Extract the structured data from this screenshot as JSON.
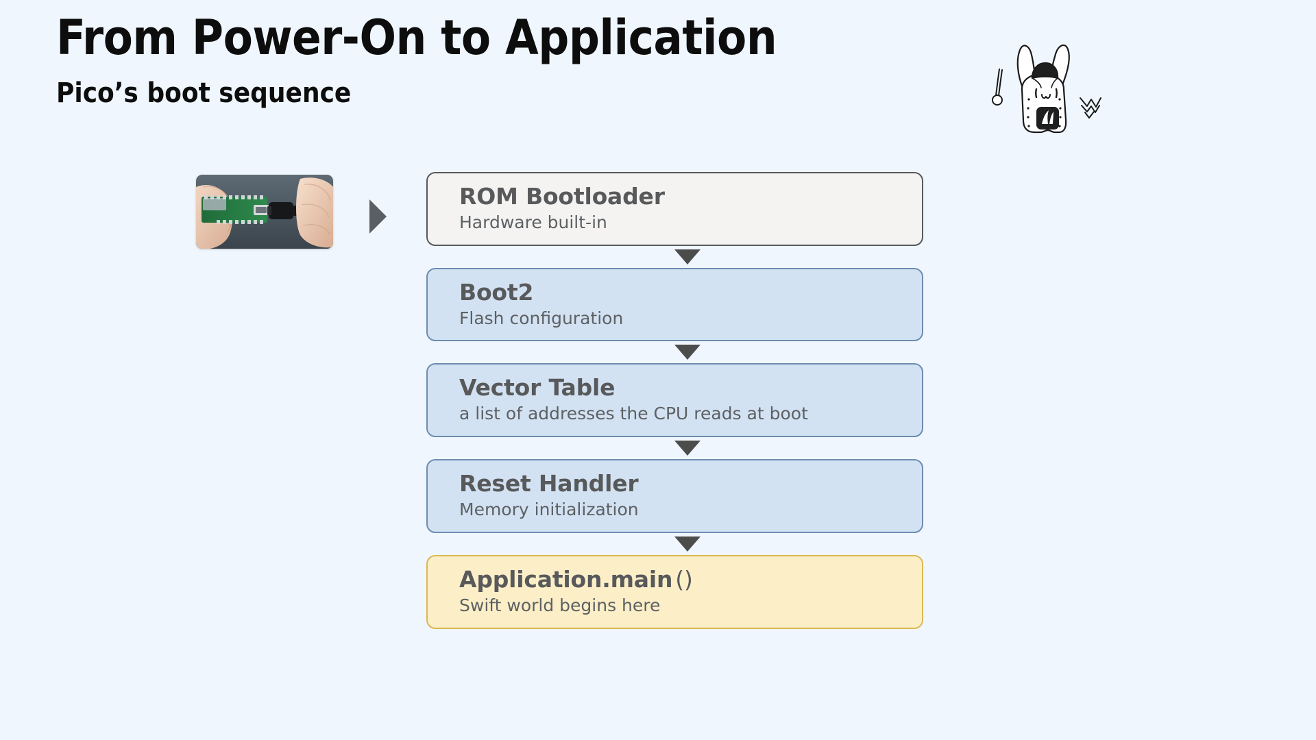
{
  "header": {
    "title": "From Power-On to Application",
    "subtitle": "Pico’s boot sequence"
  },
  "colors": {
    "background": "#eff6fd",
    "box_neutral_fill": "#f4f3f1",
    "box_neutral_border": "#56595c",
    "box_blue_fill": "#d3e2f2",
    "box_blue_border": "#6d8cb0",
    "box_yellow_fill": "#fcefc8",
    "box_yellow_border": "#dcb851",
    "title_text": "#0d0d0d",
    "box_title_text": "#58595b",
    "box_sub_text": "#5d6164",
    "arrow": "#4c4c4c"
  },
  "media": {
    "photo_alt": "Hands plugging a USB cable into a Raspberry Pi Pico board",
    "mascot_alt": "Hand-drawn bunny mascot wearing a cap with a Swift bird badge"
  },
  "flow": {
    "start_icon": "play-triangle-icon",
    "steps": [
      {
        "title": "ROM Bootloader",
        "paren": "",
        "subtitle": "Hardware built-in",
        "style": "neutral"
      },
      {
        "title": "Boot2",
        "paren": "",
        "subtitle": "Flash configuration",
        "style": "blue"
      },
      {
        "title": "Vector Table",
        "paren": "",
        "subtitle": "a list of addresses the CPU reads at boot",
        "style": "blue"
      },
      {
        "title": "Reset Handler",
        "paren": "",
        "subtitle": "Memory initialization",
        "style": "blue"
      },
      {
        "title": "Application.main",
        "paren": "()",
        "subtitle": "Swift world begins here",
        "style": "yellow"
      }
    ]
  }
}
